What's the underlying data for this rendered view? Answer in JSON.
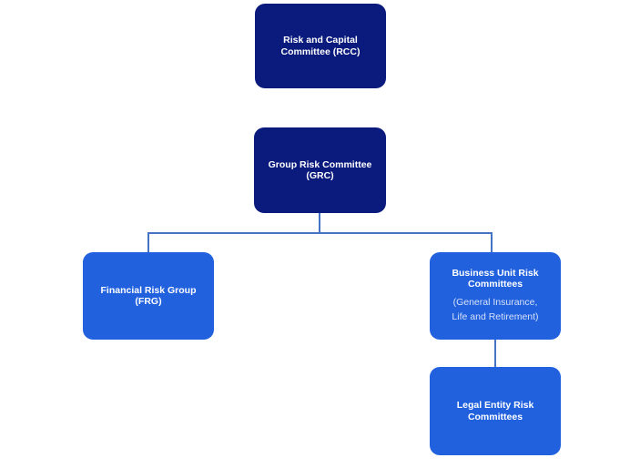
{
  "colors": {
    "dark_box": "#0B1B7D",
    "light_box": "#2161DE",
    "connector": "#4472C4",
    "text": "#FFFFFF",
    "subtext": "#D6E1F8",
    "background": "#FFFFFF"
  },
  "nodes": {
    "rcc": {
      "label": "Risk and Capital\nCommittee (RCC)"
    },
    "grc": {
      "label": "Group Risk Committee\n(GRC)"
    },
    "frg": {
      "label": "Financial Risk Group\n(FRG)"
    },
    "business_unit": {
      "label": "Business Unit Risk\nCommittees",
      "sublabel": "(General Insurance,\nLife and Retirement)"
    },
    "legal_entity": {
      "label": "Legal Entity Risk\nCommittees"
    }
  }
}
